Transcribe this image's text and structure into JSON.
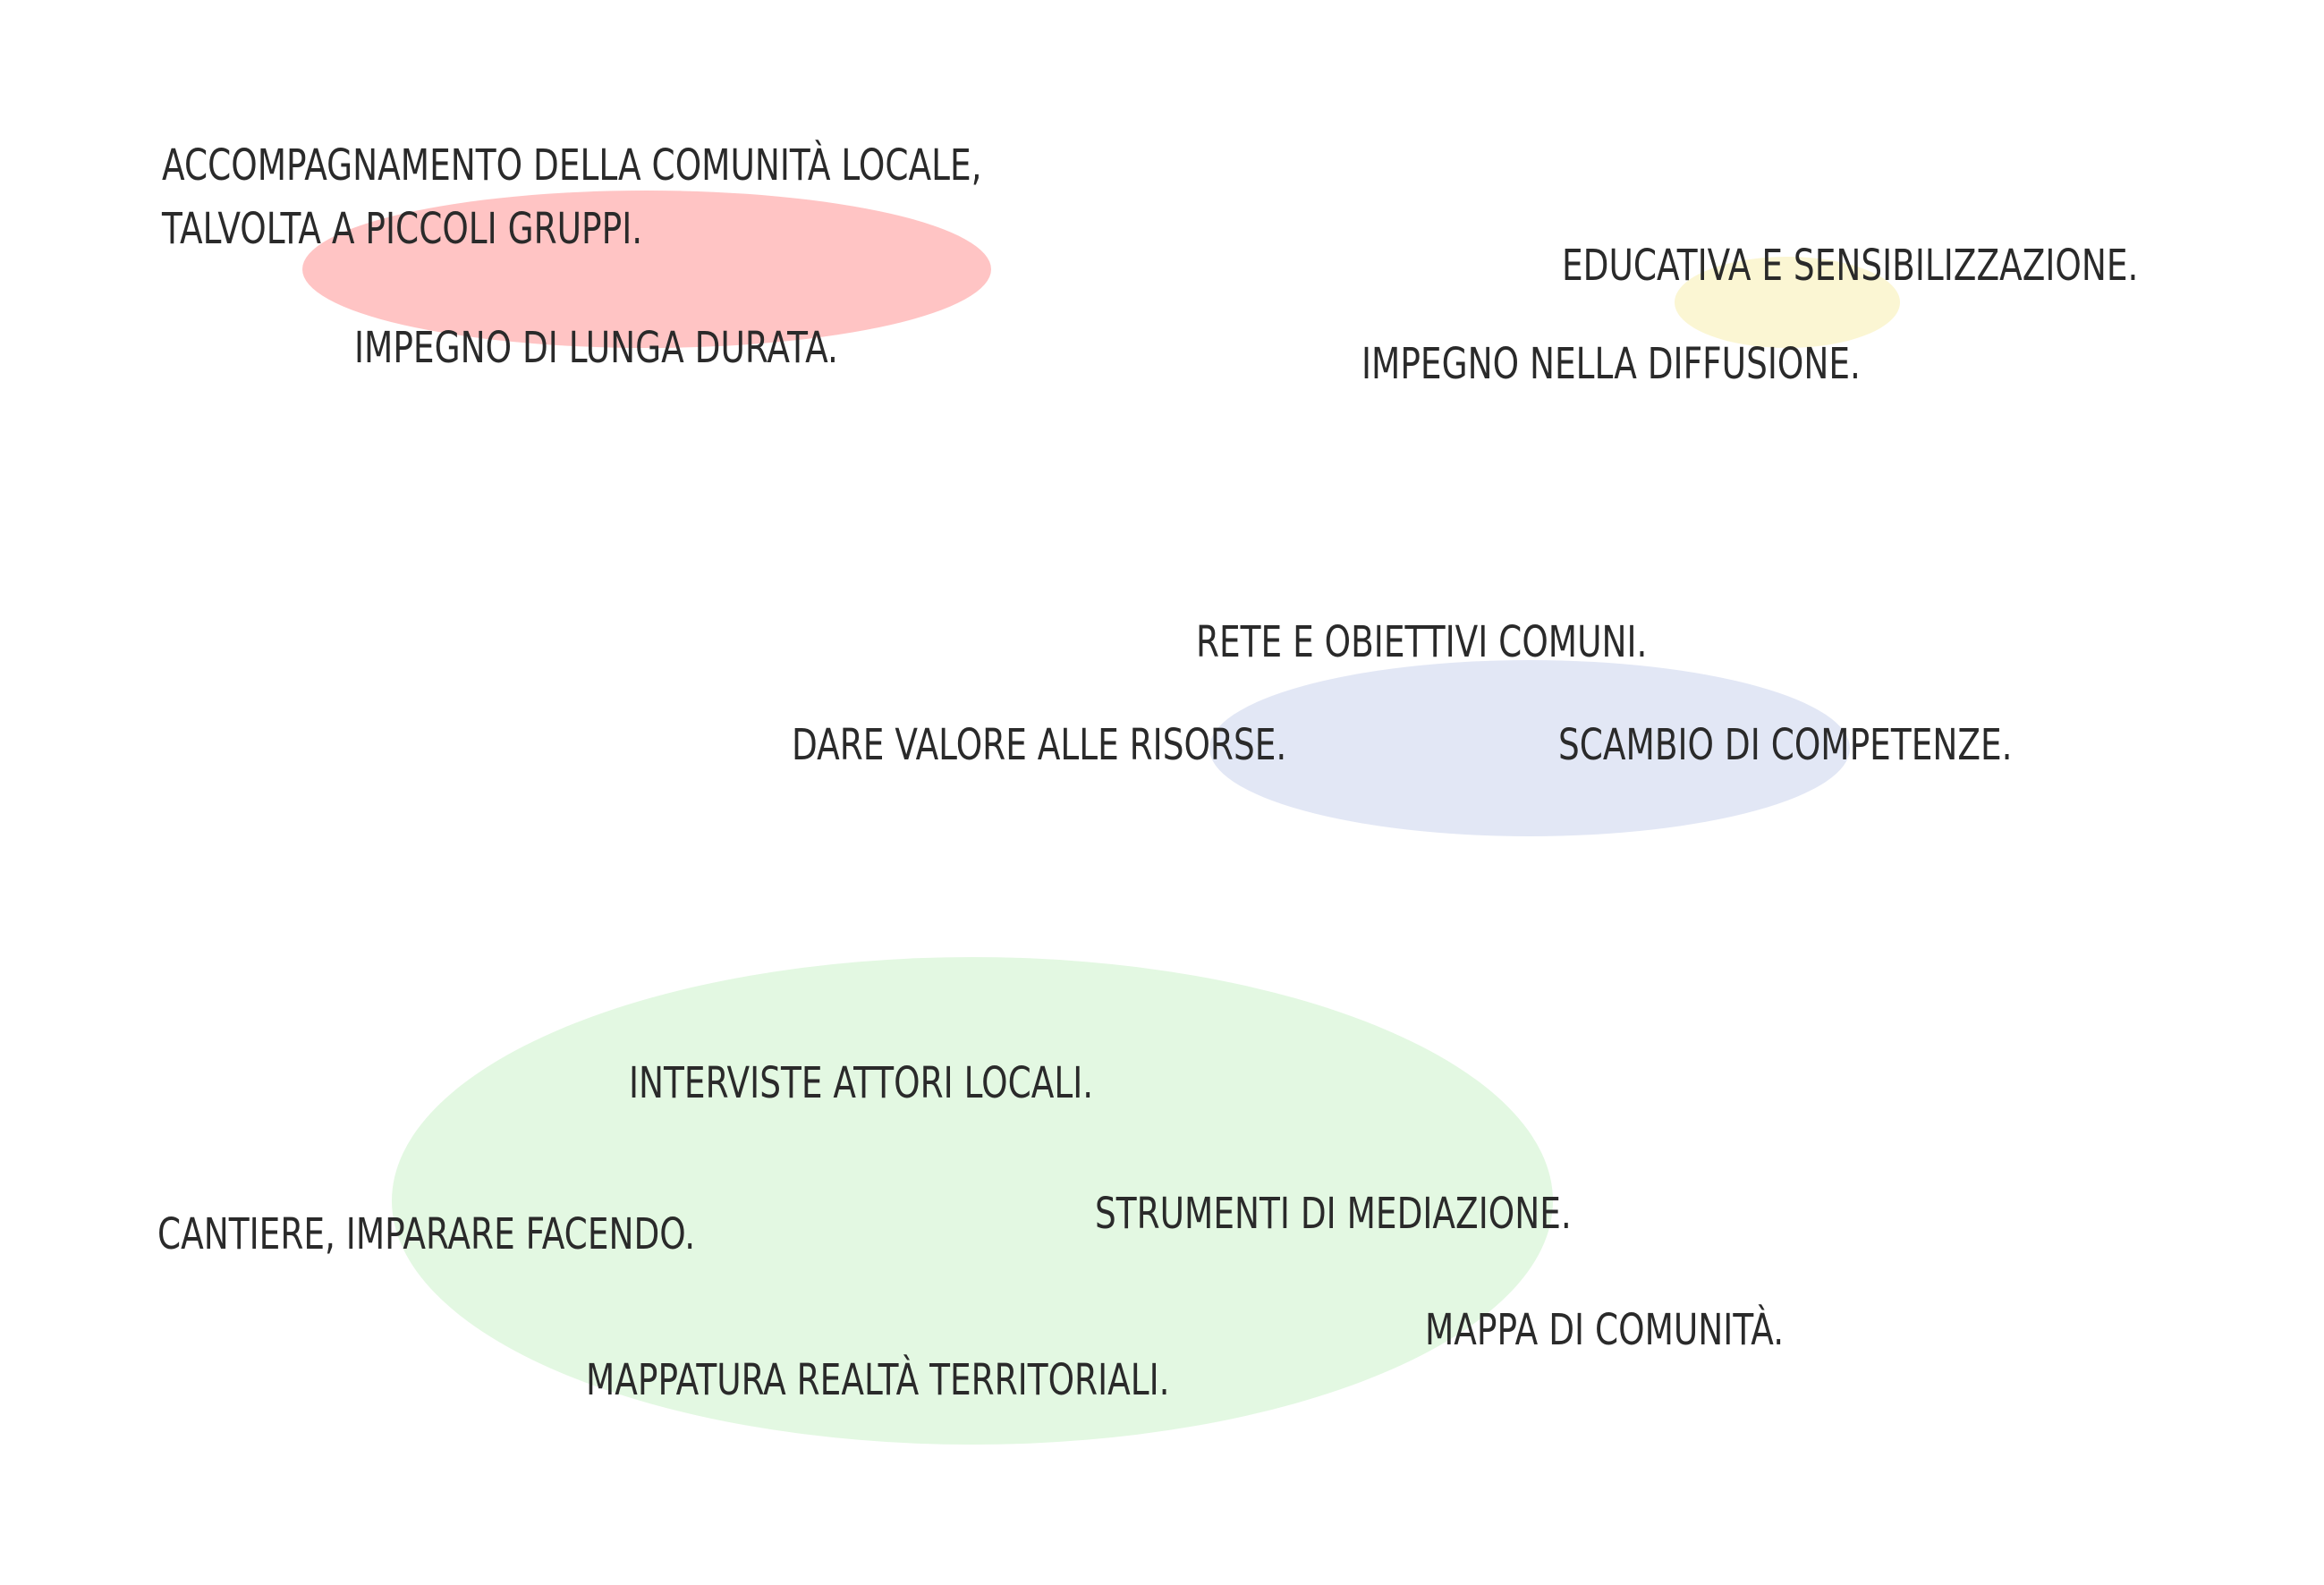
{
  "colors": {
    "red_blob": "#ffc4c4",
    "yellow_blob": "#fbf6d3",
    "blue_blob": "#e2e7f5",
    "green_blob": "#e3f8e2",
    "text": "#2a2a2a"
  },
  "labels": {
    "accompagnamento_line1": "ACCOMPAGNAMENTO DELLA COMUNITÀ LOCALE,",
    "accompagnamento_line2": "TALVOLTA A PICCOLI GRUPPI.",
    "impegno_lunga": "IMPEGNO DI LUNGA DURATA.",
    "educativa": "EDUCATIVA E SENSIBILIZZAZIONE.",
    "impegno_diffusione": "IMPEGNO NELLA DIFFUSIONE.",
    "rete": "RETE E OBIETTIVI COMUNI.",
    "dare_valore": "DARE VALORE ALLE RISORSE.",
    "scambio": "SCAMBIO DI COMPETENZE.",
    "interviste": "INTERVISTE ATTORI LOCALI.",
    "strumenti": "STRUMENTI DI MEDIAZIONE.",
    "cantiere": "CANTIERE, IMPARARE FACENDO.",
    "mappa": "MAPPA DI COMUNITÀ.",
    "mappatura": "MAPPATURA REALTÀ TERRITORIALI."
  }
}
